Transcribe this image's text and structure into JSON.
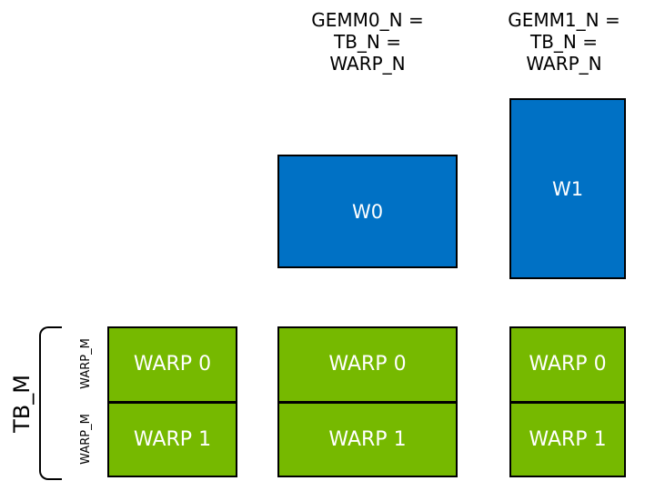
{
  "colors": {
    "blue": "#0071C5",
    "green": "#76B900",
    "border": "#000000",
    "background": "#FFFFFF",
    "text": "#000000",
    "label_on_fill": "#FFFFFF"
  },
  "headers": [
    {
      "lines": [
        "GEMM0_N =",
        "TB_N =",
        "WARP_N"
      ]
    },
    {
      "lines": [
        "GEMM1_N =",
        "TB_N =",
        "WARP_N"
      ]
    }
  ],
  "blue_boxes": [
    {
      "label": "W0"
    },
    {
      "label": "W1"
    }
  ],
  "green_columns": [
    {
      "rows": [
        "WARP 0",
        "WARP 1"
      ]
    },
    {
      "rows": [
        "WARP 0",
        "WARP 1"
      ]
    },
    {
      "rows": [
        "WARP 0",
        "WARP 1"
      ]
    }
  ],
  "left_axis": {
    "tb_label": "TB_M",
    "warp_labels": [
      "WARP_M",
      "WARP_M"
    ]
  }
}
